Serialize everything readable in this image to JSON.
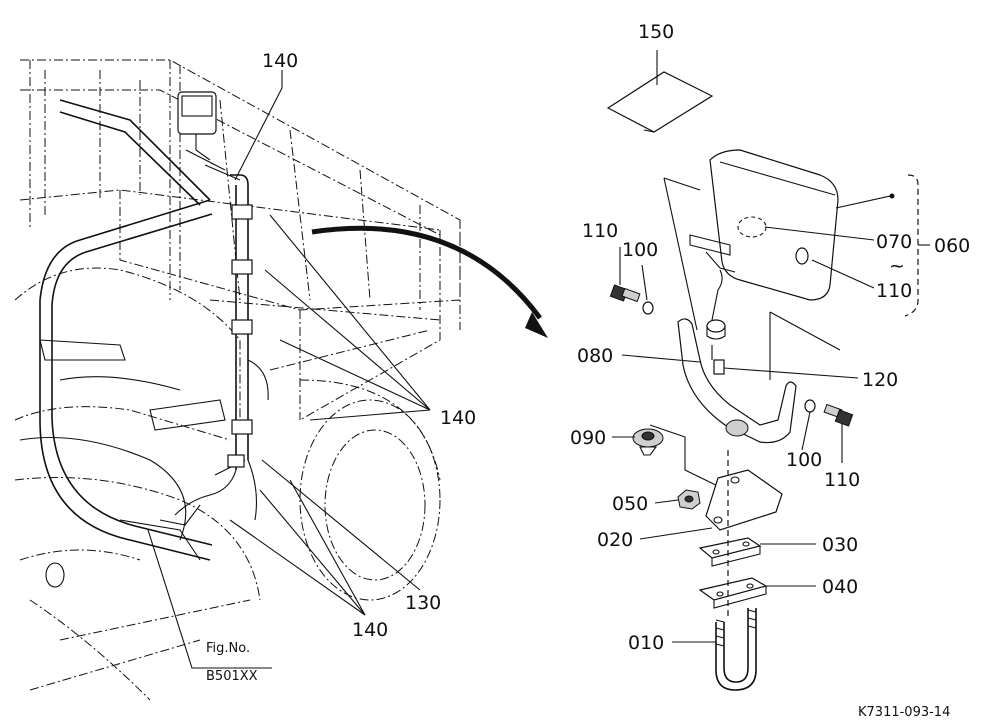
{
  "diagram": {
    "callouts": {
      "c140_top": "140",
      "c140_mid": "140",
      "c140_bot": "140",
      "c130": "130",
      "c150": "150",
      "c110_top": "110",
      "c100_top": "100",
      "c070": "070",
      "c060": "060",
      "c070_110_sep": "~",
      "c110_right": "110",
      "c080": "080",
      "c120": "120",
      "c090": "090",
      "c100_bot": "100",
      "c110_bot": "110",
      "c050": "050",
      "c020": "020",
      "c030": "030",
      "c040": "040",
      "c010": "010"
    },
    "fig_ref": {
      "line1": "Fig.No.",
      "line2": "B501XX"
    },
    "drawing_code": "K7311-093-14"
  }
}
